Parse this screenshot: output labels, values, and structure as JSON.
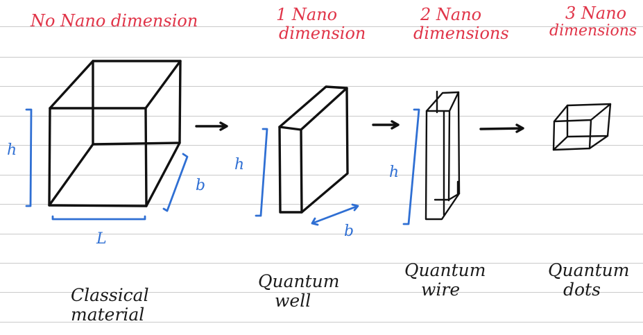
{
  "headings": {
    "no_nano": "No Nano dimension",
    "one_nano": [
      "1 Nano",
      "dimension"
    ],
    "two_nano": [
      "2 Nano",
      "dimensions"
    ],
    "three_nano": [
      "3 Nano",
      "dimensions"
    ]
  },
  "captions": {
    "classical": [
      "Classical",
      "material"
    ],
    "well": [
      "Quantum",
      "well"
    ],
    "wire": [
      "Quantum",
      "wire"
    ],
    "dots": [
      "Quantum",
      "dots"
    ]
  },
  "labels": {
    "cube_h": "h",
    "cube_b": "b",
    "cube_l": "L",
    "well_h": "h",
    "well_b": "b",
    "wire_h": "h"
  },
  "colors": {
    "heading": "#e03448",
    "dimension": "#2f6fd3",
    "ink": "#1a1a1a",
    "ruled_line": "#c9c9c9"
  }
}
